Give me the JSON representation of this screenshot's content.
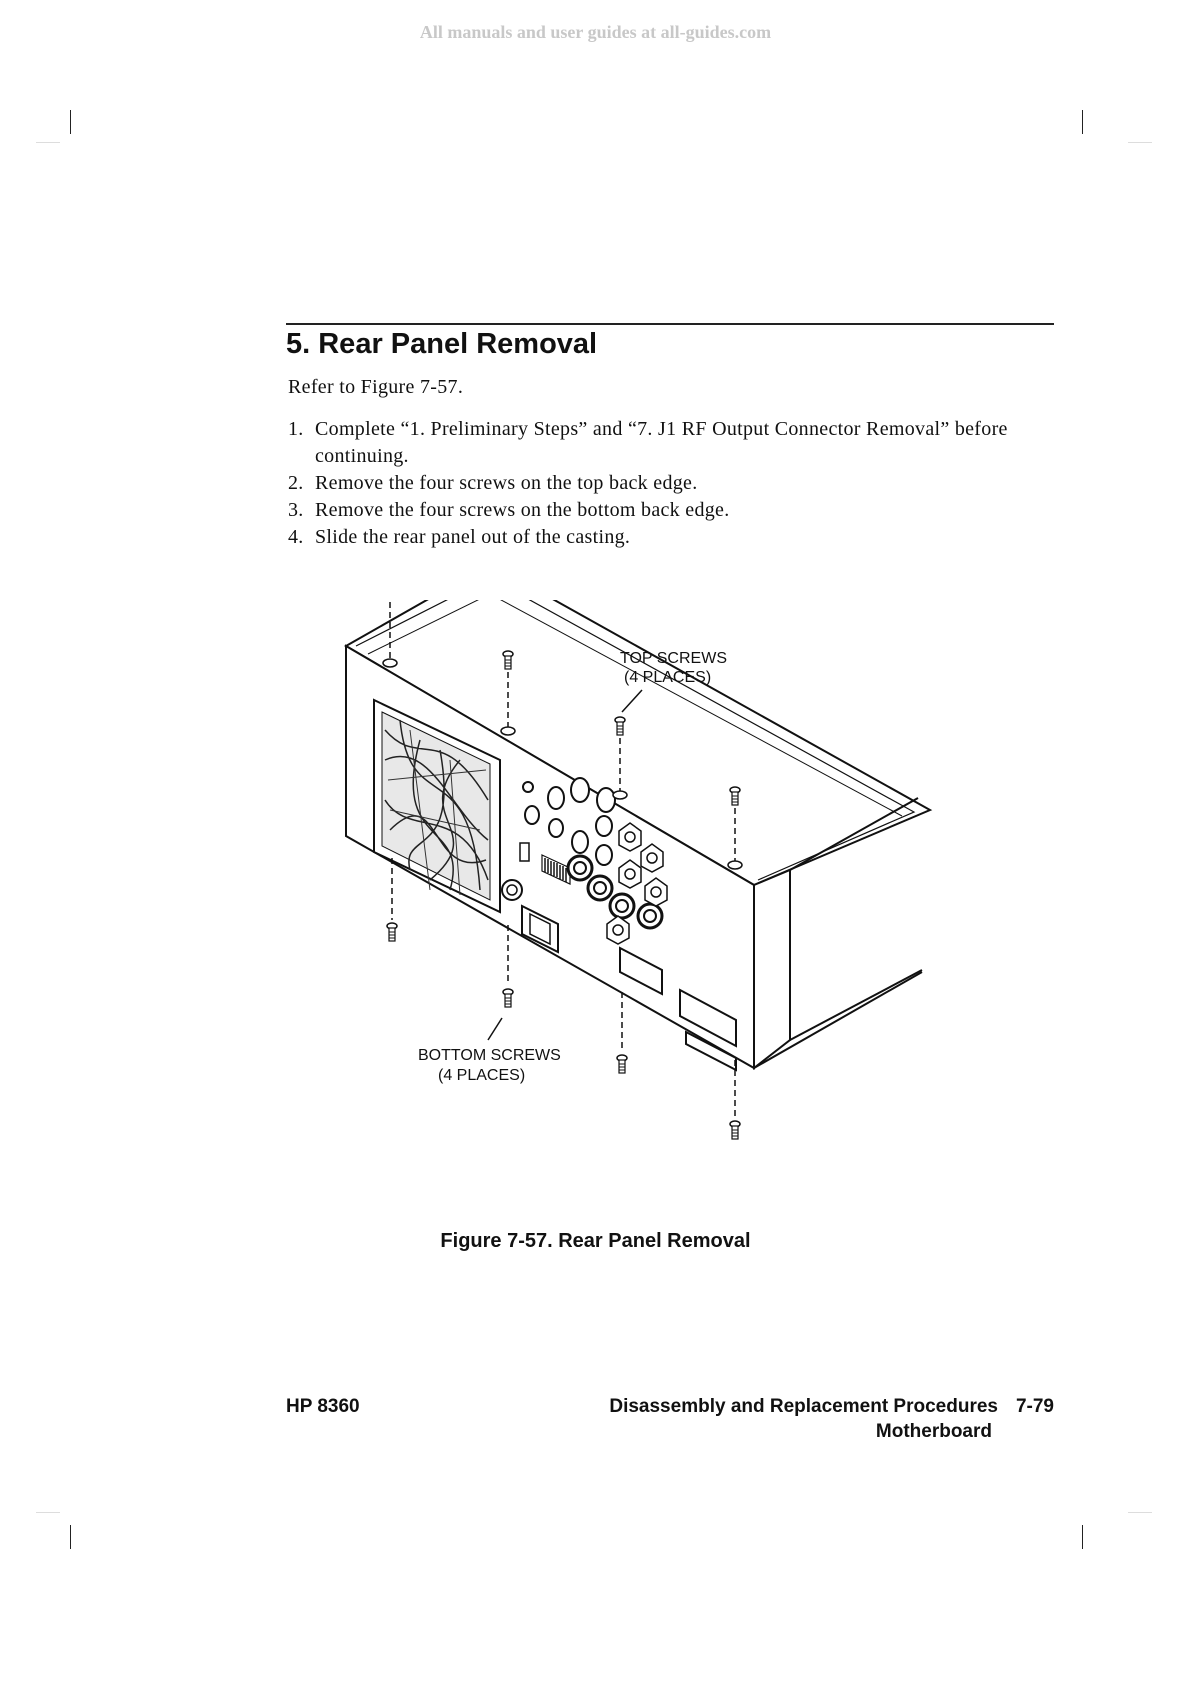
{
  "watermark": "All manuals and user guides at all-guides.com",
  "section": {
    "title": "5. Rear Panel Removal",
    "intro": "Refer to Figure 7-57."
  },
  "steps": [
    {
      "num": "1.",
      "text": "Complete “1. Preliminary Steps” and “7. J1 RF Output Connector Removal” before continuing."
    },
    {
      "num": "2.",
      "text": "Remove the four screws on the top back edge."
    },
    {
      "num": "3.",
      "text": "Remove the four screws on the bottom back edge."
    },
    {
      "num": "4.",
      "text": "Slide the rear panel out of the casting."
    }
  ],
  "figure": {
    "labels": {
      "top_screws_line1": "TOP  SCREWS",
      "top_screws_line2": "(4  PLACES)",
      "bottom_screws_line1": "BOTTOM  SCREWS",
      "bottom_screws_line2": "(4  PLACES)"
    },
    "caption": "Figure 7-57. Rear Panel Removal"
  },
  "footer": {
    "model": "HP 8360",
    "section_title": "Disassembly and Replacement Procedures",
    "page_number": "7-79",
    "subsection": "Motherboard"
  }
}
